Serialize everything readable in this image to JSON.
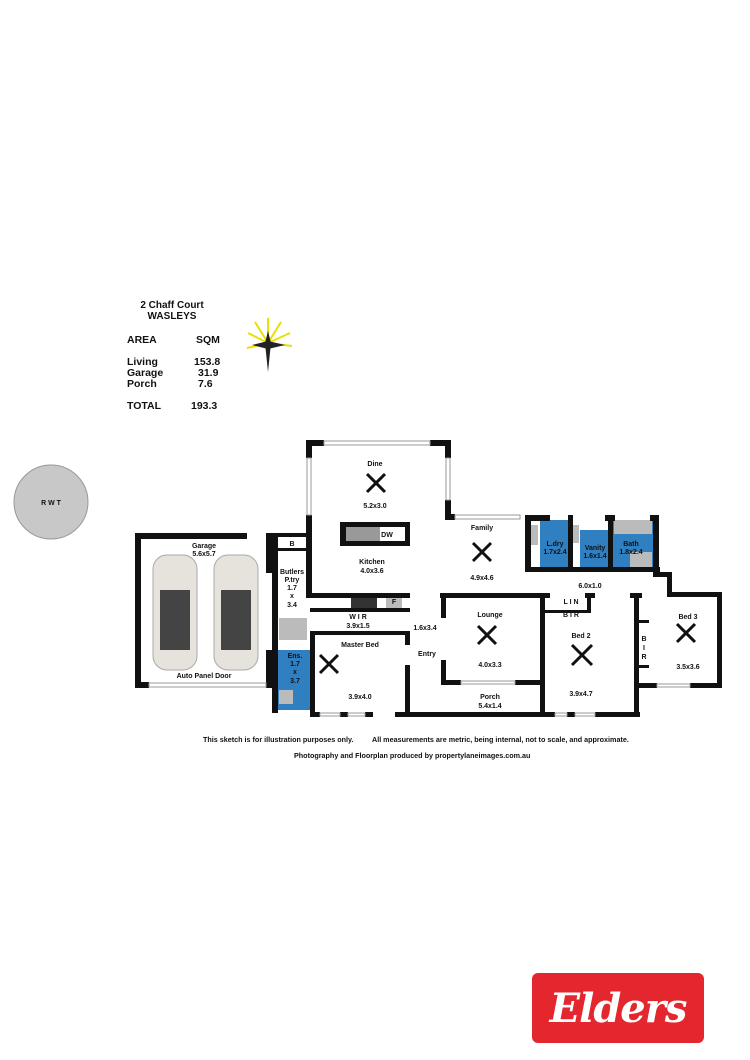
{
  "header": {
    "address": "2 Chaff Court",
    "suburb": "WASLEYS"
  },
  "area_table": {
    "col_area": "AREA",
    "col_sqm": "SQM",
    "rows": [
      {
        "label": "Living",
        "value": "153.8"
      },
      {
        "label": "Garage",
        "value": "31.9"
      },
      {
        "label": "Porch",
        "value": "7.6"
      }
    ],
    "total_label": "TOTAL",
    "total_value": "193.3"
  },
  "rwt": "R W T",
  "rooms": {
    "dine": {
      "name": "Dine",
      "dims": "5.2x3.0"
    },
    "dw": "DW",
    "kitchen": {
      "name": "Kitchen",
      "dims": "4.0x3.6"
    },
    "family": {
      "name": "Family",
      "dims": "4.9x4.6"
    },
    "laundry": {
      "name": "L.dry",
      "dims": "1.7x2.4"
    },
    "vanity": {
      "name": "Vanity",
      "dims": "1.6x1.4"
    },
    "bath": {
      "name": "Bath",
      "dims": "1.8x2.4"
    },
    "hall": {
      "dims": "6.0x1.0"
    },
    "garage": {
      "name": "Garage",
      "dims": "5.6x5.7",
      "door": "Auto Panel Door"
    },
    "b": "B",
    "butlers": {
      "name1": "Butlers",
      "name2": "P.try",
      "d1": "1.7",
      "d2": "x",
      "d3": "3.4"
    },
    "fridge": "F",
    "wir": {
      "name": "W I R",
      "dims": "3.9x1.5"
    },
    "ens": {
      "name": "Ens.",
      "d1": "1.7",
      "d2": "x",
      "d3": "3.7"
    },
    "master": {
      "name": "Master Bed",
      "dims": "3.9x4.0"
    },
    "entry": {
      "name": "Entry",
      "dims": "1.6x3.4"
    },
    "lounge": {
      "name": "Lounge",
      "dims": "4.0x3.3"
    },
    "porch": {
      "name": "Porch",
      "dims": "5.4x1.4"
    },
    "lin": "L I N",
    "bir": "B I R",
    "bed2": {
      "name": "Bed 2",
      "dims": "3.9x4.7"
    },
    "bed3": {
      "name": "Bed 3",
      "dims": "3.5x3.6"
    },
    "bir3": {
      "b": "B",
      "i": "I",
      "r": "R"
    }
  },
  "footer": {
    "disclaimer1": "This sketch is for illustration purposes only.",
    "disclaimer2": "All measurements are metric, being internal, not to scale, and approximate.",
    "credit": "Photography and Floorplan produced by propertylaneimages.com.au"
  },
  "logo": {
    "text": "Elders",
    "color": "#e4262e"
  },
  "colors": {
    "wet_area": "#2f7fc1",
    "wall": "#111111",
    "tank": "#c8c8c8"
  }
}
